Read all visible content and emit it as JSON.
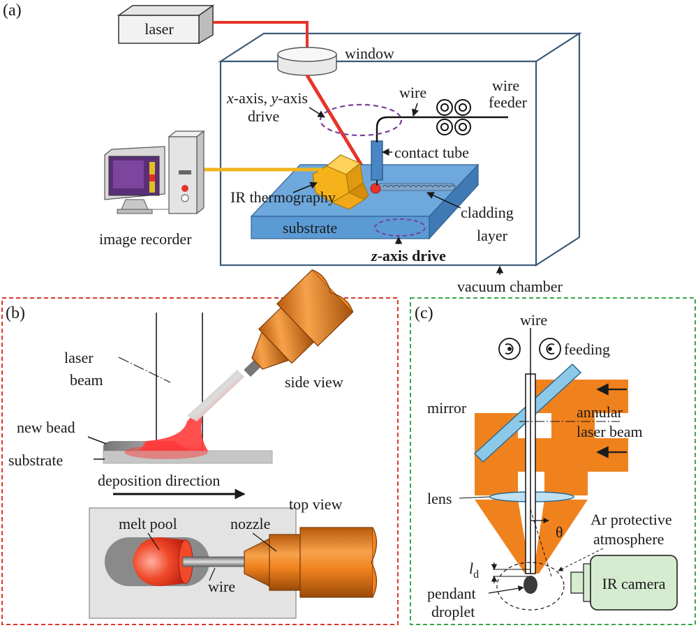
{
  "panel_a": {
    "tag": "(a)",
    "laser": "laser",
    "window": "window",
    "wire": "wire",
    "wire_feeder_1": "wire",
    "wire_feeder_2": "feeder",
    "xy_drive_x": "x",
    "xy_drive_mid": "-axis, ",
    "xy_drive_y": "y",
    "xy_drive_end": "-axis",
    "xy_drive_2": "drive",
    "contact_tube": "contact tube",
    "ir_thermography": "IR thermography",
    "cladding_1": "cladding",
    "cladding_2": "layer",
    "substrate": "substrate",
    "image_recorder": "image recorder",
    "z_axis_z": "z",
    "z_axis_rest": "-axis drive",
    "vacuum_chamber": "vacuum chamber"
  },
  "panel_b": {
    "tag": "(b)",
    "laser_1": "laser",
    "laser_2": "beam",
    "side_view": "side view",
    "new_bead": "new bead",
    "substrate": "substrate",
    "deposition": "deposition direction",
    "top_view": "top view",
    "melt_pool": "melt pool",
    "nozzle": "nozzle",
    "wire": "wire"
  },
  "panel_c": {
    "tag": "(c)",
    "wire": "wire",
    "feeding": "feeding",
    "mirror": "mirror",
    "annular_1": "annular",
    "annular_2": "laser beam",
    "lens": "lens",
    "theta": "θ",
    "ar_1": "Ar protective",
    "ar_2": "atmosphere",
    "ld_l": "l",
    "ld_sub": "d",
    "pendant_1": "pendant",
    "pendant_2": "droplet",
    "ir_camera": "IR camera"
  },
  "colors": {
    "laser_red": "#e8332a",
    "substrate_blue": "#5b9bd5",
    "orange": "#f0821e",
    "red_border": "#d9372b",
    "green_border": "#3aa64a"
  }
}
